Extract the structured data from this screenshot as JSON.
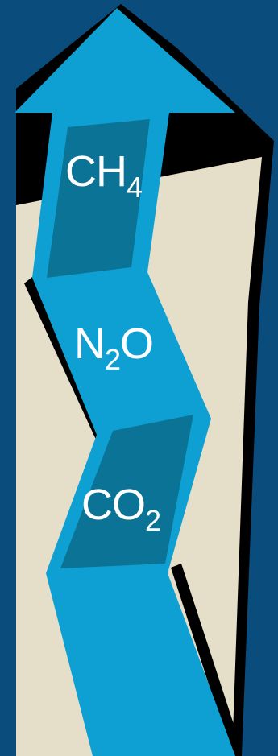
{
  "gases": [
    {
      "base": "CH",
      "sub": "4",
      "tail": ""
    },
    {
      "base": "N",
      "sub": "2",
      "tail": "O"
    },
    {
      "base": "CO",
      "sub": "2",
      "tail": ""
    }
  ],
  "colors": {
    "background": "#0a4d7c",
    "panel": "#e5dec8",
    "arrow": "#0ea0d3",
    "arrow_segment": "#0b7496",
    "shadow": "#000000",
    "label": "#ffffff"
  }
}
